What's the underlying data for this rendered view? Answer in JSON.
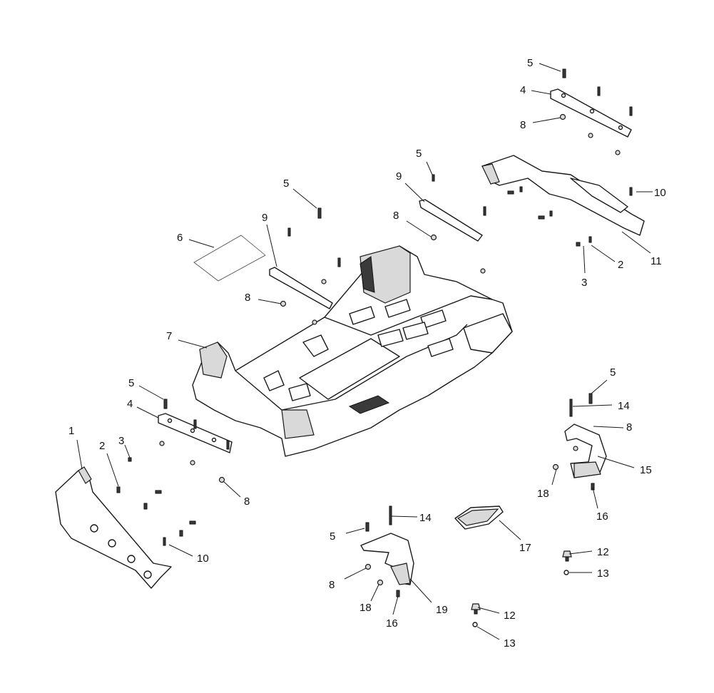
{
  "diagram": {
    "callouts": [
      {
        "id": "c1",
        "text": "1"
      },
      {
        "id": "c2a",
        "text": "2"
      },
      {
        "id": "c2b",
        "text": "2"
      },
      {
        "id": "c3a",
        "text": "3"
      },
      {
        "id": "c3b",
        "text": "3"
      },
      {
        "id": "c4a",
        "text": "4"
      },
      {
        "id": "c4b",
        "text": "4"
      },
      {
        "id": "c5a",
        "text": "5"
      },
      {
        "id": "c5b",
        "text": "5"
      },
      {
        "id": "c5c",
        "text": "5"
      },
      {
        "id": "c5d",
        "text": "5"
      },
      {
        "id": "c5e",
        "text": "5"
      },
      {
        "id": "c5f",
        "text": "5"
      },
      {
        "id": "c6",
        "text": "6"
      },
      {
        "id": "c7",
        "text": "7"
      },
      {
        "id": "c8a",
        "text": "8"
      },
      {
        "id": "c8b",
        "text": "8"
      },
      {
        "id": "c8c",
        "text": "8"
      },
      {
        "id": "c8d",
        "text": "8"
      },
      {
        "id": "c8e",
        "text": "8"
      },
      {
        "id": "c8f",
        "text": "8"
      },
      {
        "id": "c9a",
        "text": "9"
      },
      {
        "id": "c9b",
        "text": "9"
      },
      {
        "id": "c10a",
        "text": "10"
      },
      {
        "id": "c10b",
        "text": "10"
      },
      {
        "id": "c11",
        "text": "11"
      },
      {
        "id": "c12a",
        "text": "12"
      },
      {
        "id": "c12b",
        "text": "12"
      },
      {
        "id": "c13a",
        "text": "13"
      },
      {
        "id": "c13b",
        "text": "13"
      },
      {
        "id": "c14a",
        "text": "14"
      },
      {
        "id": "c14b",
        "text": "14"
      },
      {
        "id": "c15",
        "text": "15"
      },
      {
        "id": "c16a",
        "text": "16"
      },
      {
        "id": "c16b",
        "text": "16"
      },
      {
        "id": "c17",
        "text": "17"
      },
      {
        "id": "c18a",
        "text": "18"
      },
      {
        "id": "c18b",
        "text": "18"
      },
      {
        "id": "c19",
        "text": "19"
      }
    ]
  }
}
